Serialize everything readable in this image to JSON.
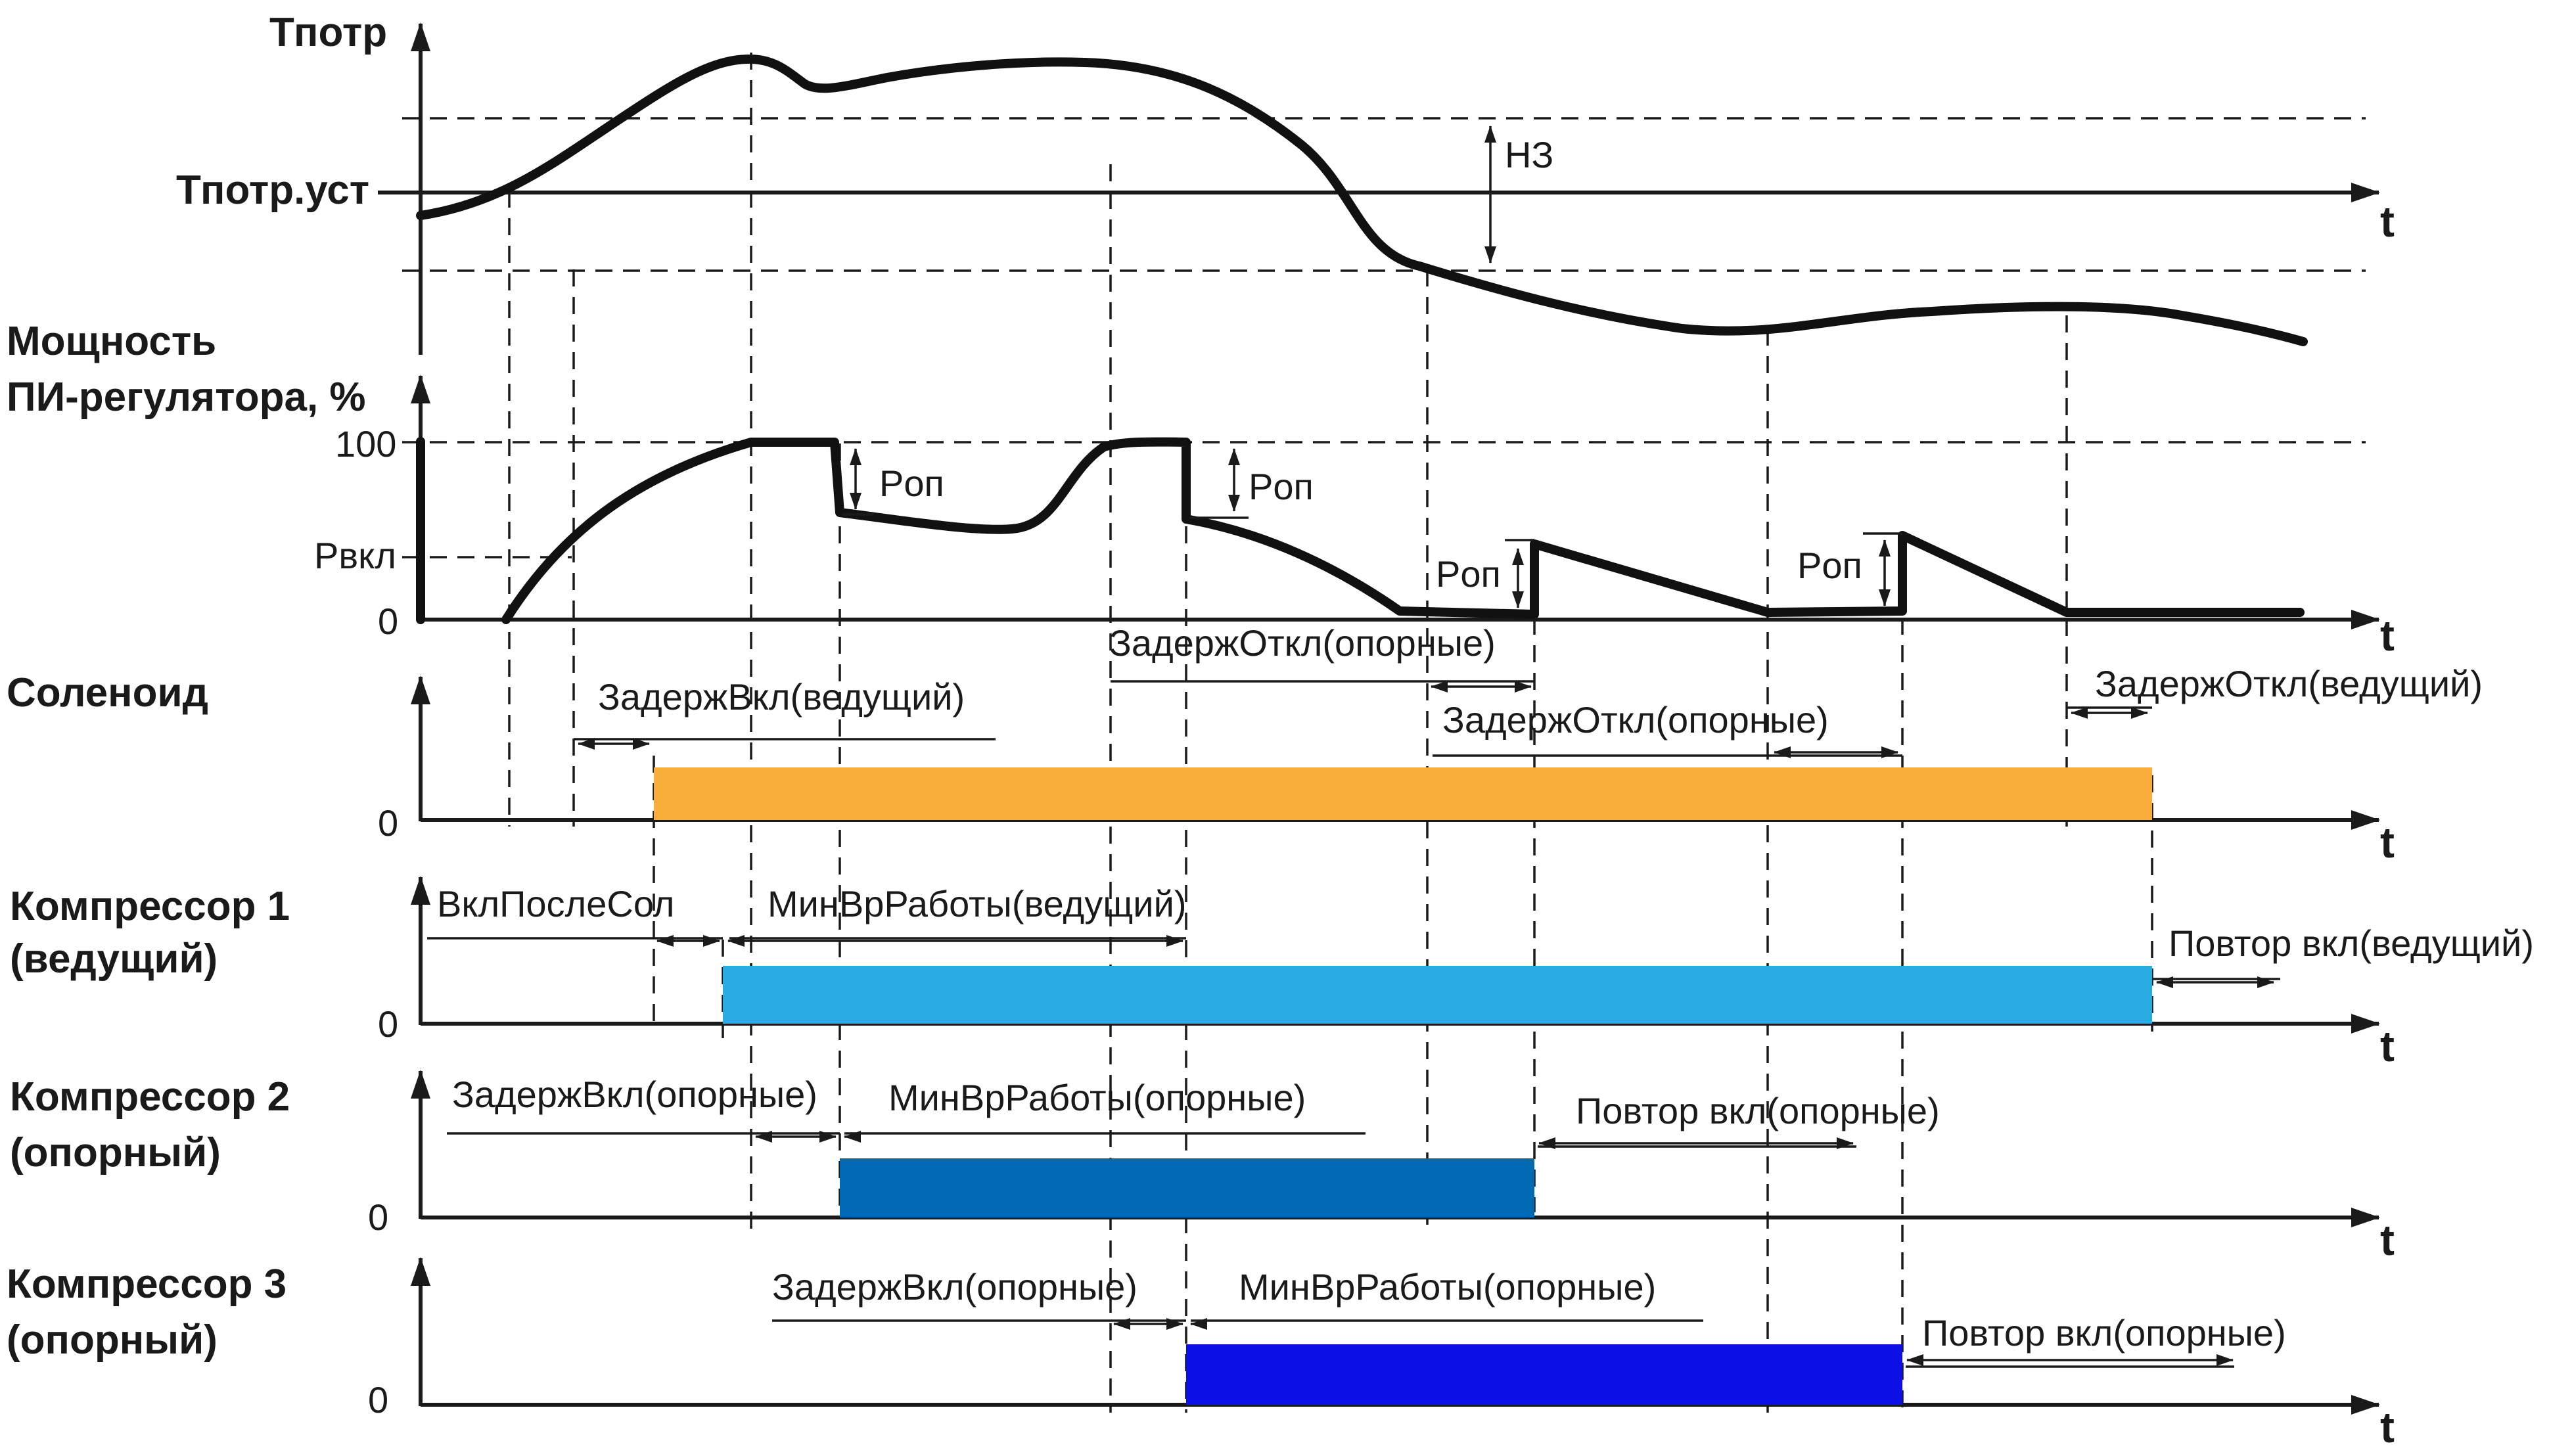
{
  "diagram": {
    "colors": {
      "solenoid": "#F9AE3B",
      "compressor1": "#2AACE2",
      "compressor2": "#0069B4",
      "compressor3": "#0A10E6",
      "line": "#1a1a1a"
    },
    "temperature": {
      "axis_label": "Тпотр",
      "setpoint_label": "Тпотр.уст",
      "hz_label": "НЗ",
      "t_label": "t"
    },
    "power": {
      "label_line1": "Мощность",
      "label_line2": "ПИ-регулятора, %",
      "tick_100": "100",
      "tick_pvkl": "Pвкл",
      "tick_0": "0",
      "t_label": "t",
      "rop_labels": [
        "Pоп",
        "Pоп",
        "Pоп",
        "Pоп"
      ]
    },
    "rows": [
      {
        "id": "solenoid",
        "label_line1": "Соленоид",
        "label_line2": "",
        "zero": "0",
        "t_label": "t",
        "annotations": [
          "ЗадержВкл(ведущий)",
          "ЗадержОткл(опорные)",
          "ЗадержОткл(опорные)",
          "ЗадержОткл(ведущий)"
        ]
      },
      {
        "id": "compressor1",
        "label_line1": "Компрессор 1",
        "label_line2": "(ведущий)",
        "zero": "0",
        "t_label": "t",
        "annotations": [
          "ВклПослеСол",
          "МинВрРаботы(ведущий)",
          "Повтор вкл(ведущий)"
        ]
      },
      {
        "id": "compressor2",
        "label_line1": "Компрессор 2",
        "label_line2": "(опорный)",
        "zero": "0",
        "t_label": "t",
        "annotations": [
          "ЗадержВкл(опорные)",
          "МинВрРаботы(опорные)",
          "Повтор вкл(опорные)"
        ]
      },
      {
        "id": "compressor3",
        "label_line1": "Компрессор 3",
        "label_line2": "(опорный)",
        "zero": "0",
        "t_label": "t",
        "annotations": [
          "ЗадержВкл(опорные)",
          "МинВрРаботы(опорные)",
          "Повтор вкл(опорные)"
        ]
      }
    ]
  }
}
